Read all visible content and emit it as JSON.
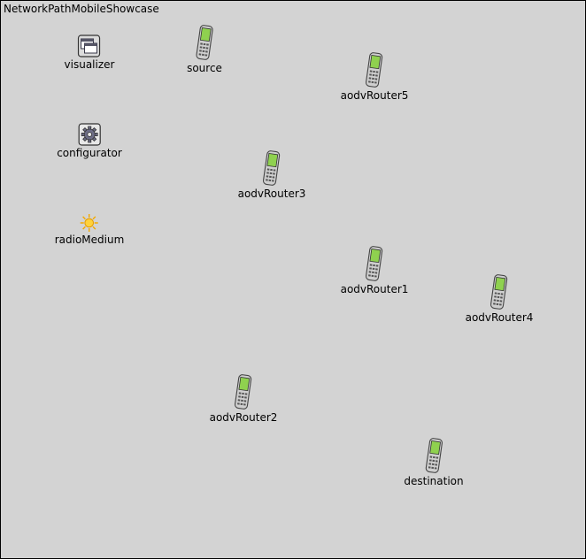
{
  "network": {
    "title": "NetworkPathMobileShowcase",
    "modules": [
      {
        "id": "visualizer",
        "label": "visualizer",
        "icon": "window-icon"
      },
      {
        "id": "configurator",
        "label": "configurator",
        "icon": "gear-icon"
      },
      {
        "id": "radioMedium",
        "label": "radioMedium",
        "icon": "sun-icon"
      },
      {
        "id": "source",
        "label": "source",
        "icon": "phone-icon"
      },
      {
        "id": "aodvRouter5",
        "label": "aodvRouter5",
        "icon": "phone-icon"
      },
      {
        "id": "aodvRouter3",
        "label": "aodvRouter3",
        "icon": "phone-icon"
      },
      {
        "id": "aodvRouter1",
        "label": "aodvRouter1",
        "icon": "phone-icon"
      },
      {
        "id": "aodvRouter4",
        "label": "aodvRouter4",
        "icon": "phone-icon"
      },
      {
        "id": "aodvRouter2",
        "label": "aodvRouter2",
        "icon": "phone-icon"
      },
      {
        "id": "destination",
        "label": "destination",
        "icon": "phone-icon"
      }
    ]
  },
  "colors": {
    "background": "#d3d3d3",
    "phone_screen": "#8fd14f"
  }
}
